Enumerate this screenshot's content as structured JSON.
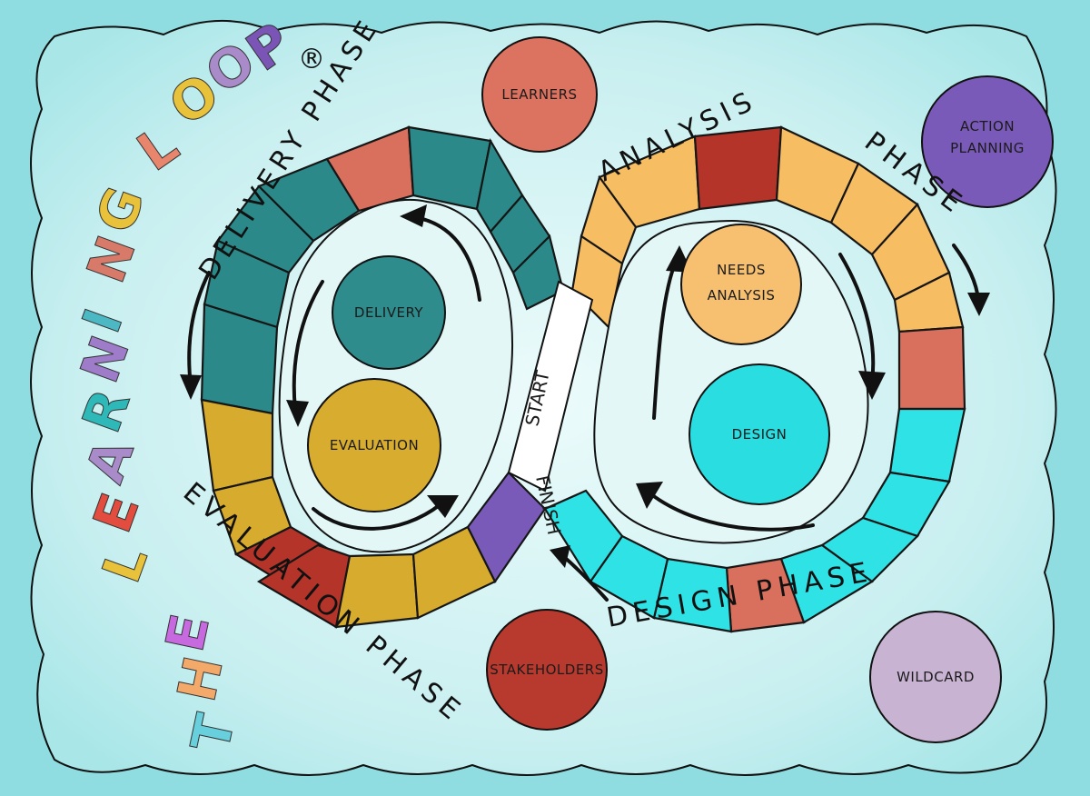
{
  "title": {
    "words": [
      {
        "text": "THE",
        "color": "#7cd6e0"
      },
      {
        "text": "LEARNING",
        "color": "#e8c23a"
      },
      {
        "text": "LOOP",
        "color": "#a98bc9"
      }
    ],
    "mark": "®",
    "letter_colors": {
      "T": "#67d0dc",
      "H": "#f2a96a",
      "E": "#c76adf",
      "L": "#e8c23a",
      "E2": "#e24d3f",
      "A": "#a98bc9",
      "R": "#2fb8b8",
      "N": "#9e7cc9",
      "I": "#4bb8c4",
      "N2": "#d87a6a",
      "G": "#e8c23a",
      "L3": "#e8856d",
      "O": "#e8c23a",
      "O2": "#a98bc9",
      "P": "#7a55b5"
    }
  },
  "phases": {
    "delivery": "DELIVERY PHASE",
    "analysis": "ANALYSIS",
    "analysis_phase": "PHASE",
    "design": "DESIGN PHASE",
    "evaluation": "EVALUATION PHASE"
  },
  "center_box": {
    "start": "START",
    "finish": "FINISH"
  },
  "circles": {
    "delivery": {
      "label": "DELIVERY",
      "color": "#2e8c8c"
    },
    "evaluation": {
      "label": "EVALUATION",
      "color": "#d8ad2f"
    },
    "needs": {
      "label_line1": "NEEDS",
      "label_line2": "ANALYSIS",
      "color": "#f7c070"
    },
    "design": {
      "label": "DESIGN",
      "color": "#29dde0"
    },
    "learners": {
      "label": "LEARNERS",
      "color": "#dc7260"
    },
    "stakeholders": {
      "label": "STAKEHOLDERS",
      "color": "#b8392e"
    },
    "action": {
      "label_line1": "ACTION",
      "label_line2": "PLANNING",
      "color": "#7a5ab8"
    },
    "wildcard": {
      "label": "WILDCARD",
      "color": "#c9b3d2"
    }
  },
  "colors": {
    "teal": "#2b8a89",
    "orange": "#f7bd63",
    "cyan": "#2ee2e5",
    "gold": "#d7ab2d",
    "salmon": "#d9705e",
    "red": "#b5342a",
    "purple": "#7a5ab8",
    "bg": "#c8eff0",
    "frame": "#8fdde0"
  }
}
